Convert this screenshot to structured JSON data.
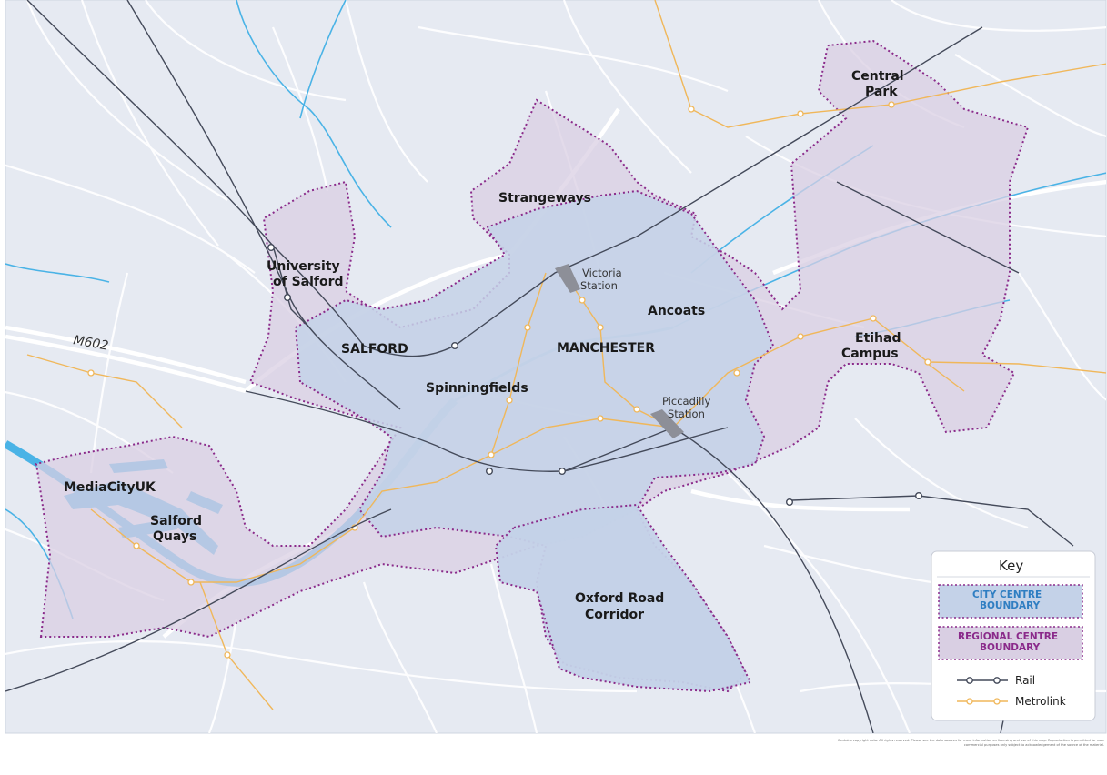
{
  "map": {
    "road_label": "M602",
    "places": {
      "central_park": [
        "Central",
        "Park"
      ],
      "strangeways": "Strangeways",
      "university_of_salford": [
        "University",
        "of Salford"
      ],
      "victoria_station": [
        "Victoria",
        "Station"
      ],
      "ancoats": "Ancoats",
      "salford": "SALFORD",
      "manchester": "MANCHESTER",
      "etihad_campus": [
        "Etihad",
        "Campus"
      ],
      "spinningfields": "Spinningfields",
      "piccadilly_station": [
        "Piccadilly",
        "Station"
      ],
      "mediacityuk": "MediaCityUK",
      "salford_quays": [
        "Salford",
        "Quays"
      ],
      "oxford_road_corridor": [
        "Oxford Road",
        "Corridor"
      ]
    },
    "colors": {
      "background": "#e6eaf2",
      "road": "#ffffff",
      "water": "#4ab3e6",
      "rail": "#444a5a",
      "metrolink": "#f0b75a",
      "city_centre_fill": "#c4d2e8",
      "regional_fill": "#d9cfe3",
      "boundary_dots": "#8a2a8a"
    }
  },
  "key": {
    "title": "Key",
    "city_centre": [
      "CITY CENTRE",
      "BOUNDARY"
    ],
    "regional_centre": [
      "REGIONAL CENTRE",
      "BOUNDARY"
    ],
    "rail": "Rail",
    "metrolink": "Metrolink"
  },
  "copyright": "Contains copyright data. All rights reserved. Please see the data sources for more information on licensing and use of this map. Reproduction is permitted for non-commercial purposes only subject to acknowledgement of the source of the material."
}
